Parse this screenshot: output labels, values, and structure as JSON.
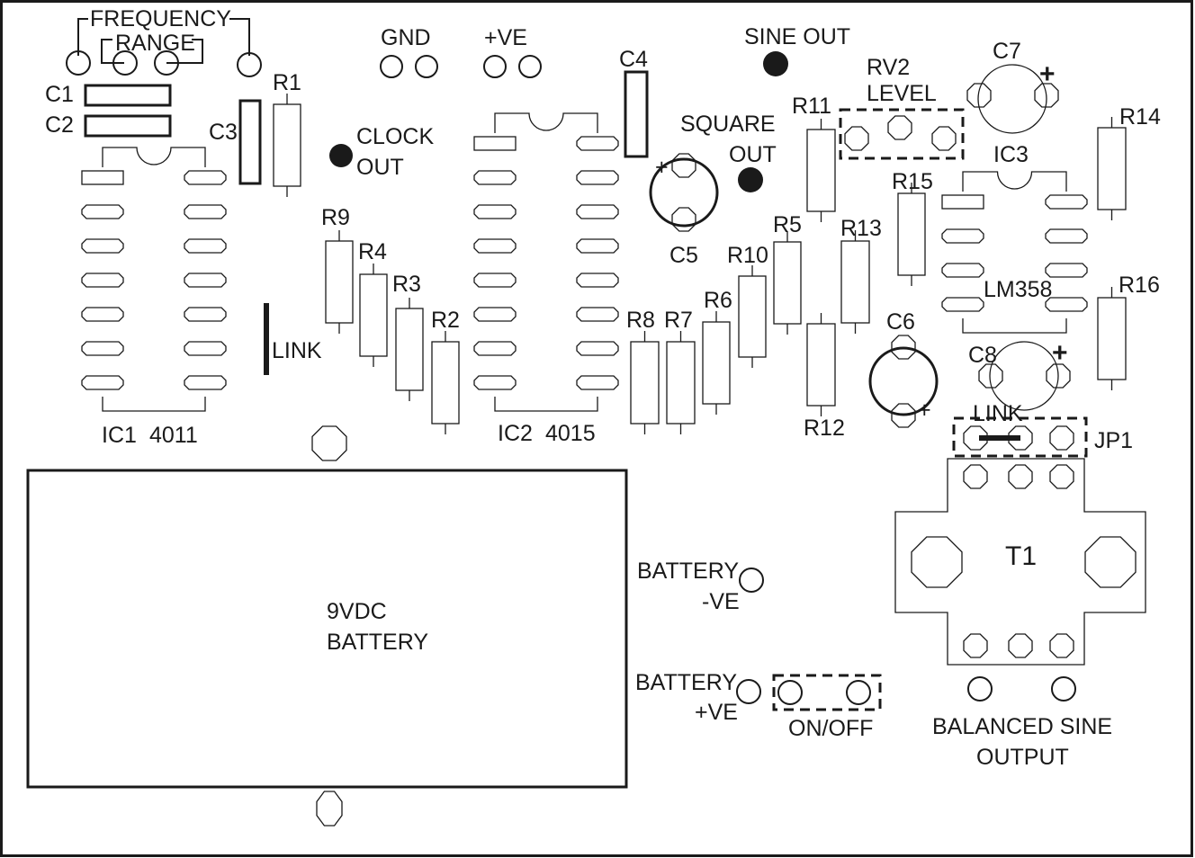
{
  "board": {
    "title": "Signal generator PCB component overlay",
    "background_color": "#ffffff",
    "ink_color": "#1a1a1a"
  },
  "labels": {
    "frequency": "FREQUENCY",
    "range": "RANGE",
    "gnd": "GND",
    "pve": "+VE",
    "sine_out": "SINE OUT",
    "clock": "CLOCK",
    "clock_out": "OUT",
    "square": "SQUARE",
    "square_out": "OUT",
    "rv2": "RV2",
    "level": "LEVEL",
    "link_left": "LINK",
    "link_jp1": "LINK",
    "jp1": "JP1",
    "t1": "T1",
    "battery_9v_line1": "9VDC",
    "battery_9v_line2": "BATTERY",
    "battery_neg_line1": "BATTERY",
    "battery_neg_line2": "-VE",
    "battery_pos_line1": "BATTERY",
    "battery_pos_line2": "+VE",
    "on_off": "ON/OFF",
    "balanced_line1": "BALANCED SINE",
    "balanced_line2": "OUTPUT",
    "plus": "+"
  },
  "ics": {
    "ic1": {
      "ref": "IC1",
      "part": "4011",
      "pins": 14
    },
    "ic2": {
      "ref": "IC2",
      "part": "4015",
      "pins": 16
    },
    "ic3": {
      "ref": "IC3",
      "part": "LM358",
      "pins": 8
    }
  },
  "capacitors": {
    "c1": "C1",
    "c2": "C2",
    "c3": "C3",
    "c4": "C4",
    "c5": "C5",
    "c6": "C6",
    "c7": "C7",
    "c8": "C8"
  },
  "resistors": {
    "r1": "R1",
    "r2": "R2",
    "r3": "R3",
    "r4": "R4",
    "r5": "R5",
    "r6": "R6",
    "r7": "R7",
    "r8": "R8",
    "r9": "R9",
    "r10": "R10",
    "r11": "R11",
    "r12": "R12",
    "r13": "R13",
    "r14": "R14",
    "r15": "R15",
    "r16": "R16"
  }
}
